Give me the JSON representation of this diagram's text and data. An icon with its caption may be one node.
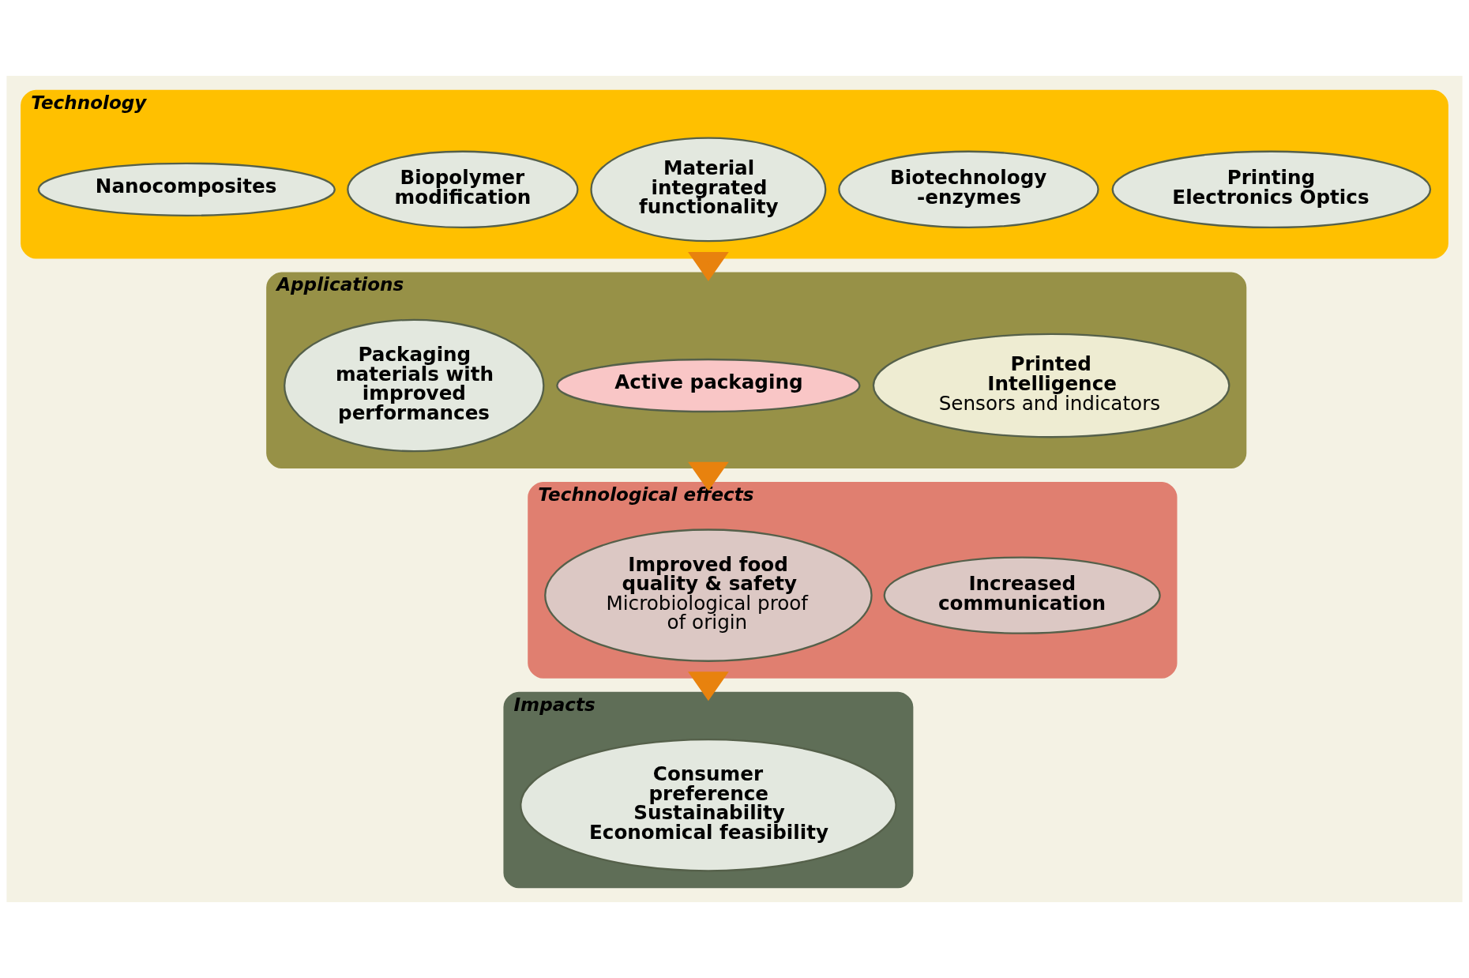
{
  "diagram": {
    "nodes": [
      {
        "text": [
          "Technology"
        ]
      },
      {
        "text": [
          "Nanocomposites"
        ],
        "in": 0
      },
      {
        "text": [
          "Biopolymer modification"
        ],
        "in": 0
      },
      {
        "text": [
          "Material integrated functionality"
        ],
        "in": 0
      },
      {
        "text": [
          "Biotechnology -enzymes"
        ],
        "in": 0
      },
      {
        "text": [
          "Printing Electronics Optics"
        ],
        "in": 0
      },
      {
        "text": [
          "Applications"
        ]
      },
      {
        "text": [
          "Packaging materials with improved performances"
        ],
        "in": 6
      },
      {
        "text": [
          "Active packaging"
        ],
        "in": 6
      },
      {
        "text": [
          "Printed Intelligence",
          "Sensors and indicators"
        ],
        "in": 6
      },
      {
        "text": [
          "Technological effects"
        ]
      },
      {
        "text": [
          "Improved food quality & safety",
          "Microbiological proof of origin"
        ],
        "in": 10
      },
      {
        "text": [
          "Increased communication"
        ],
        "in": 10
      },
      {
        "text": [
          "Impacts"
        ]
      },
      {
        "text": [
          "Consumer preference",
          "Sustainability",
          "Economical feasibility"
        ],
        "in": 13
      }
    ],
    "edges": [
      {
        "from": 0,
        "to": 6,
        "arrow": "to",
        "color": "#e8820e"
      },
      {
        "from": 6,
        "to": 10,
        "arrow": "to",
        "color": "#e8820e"
      },
      {
        "from": 10,
        "to": 13,
        "arrow": "to",
        "color": "#e8820e"
      }
    ]
  }
}
